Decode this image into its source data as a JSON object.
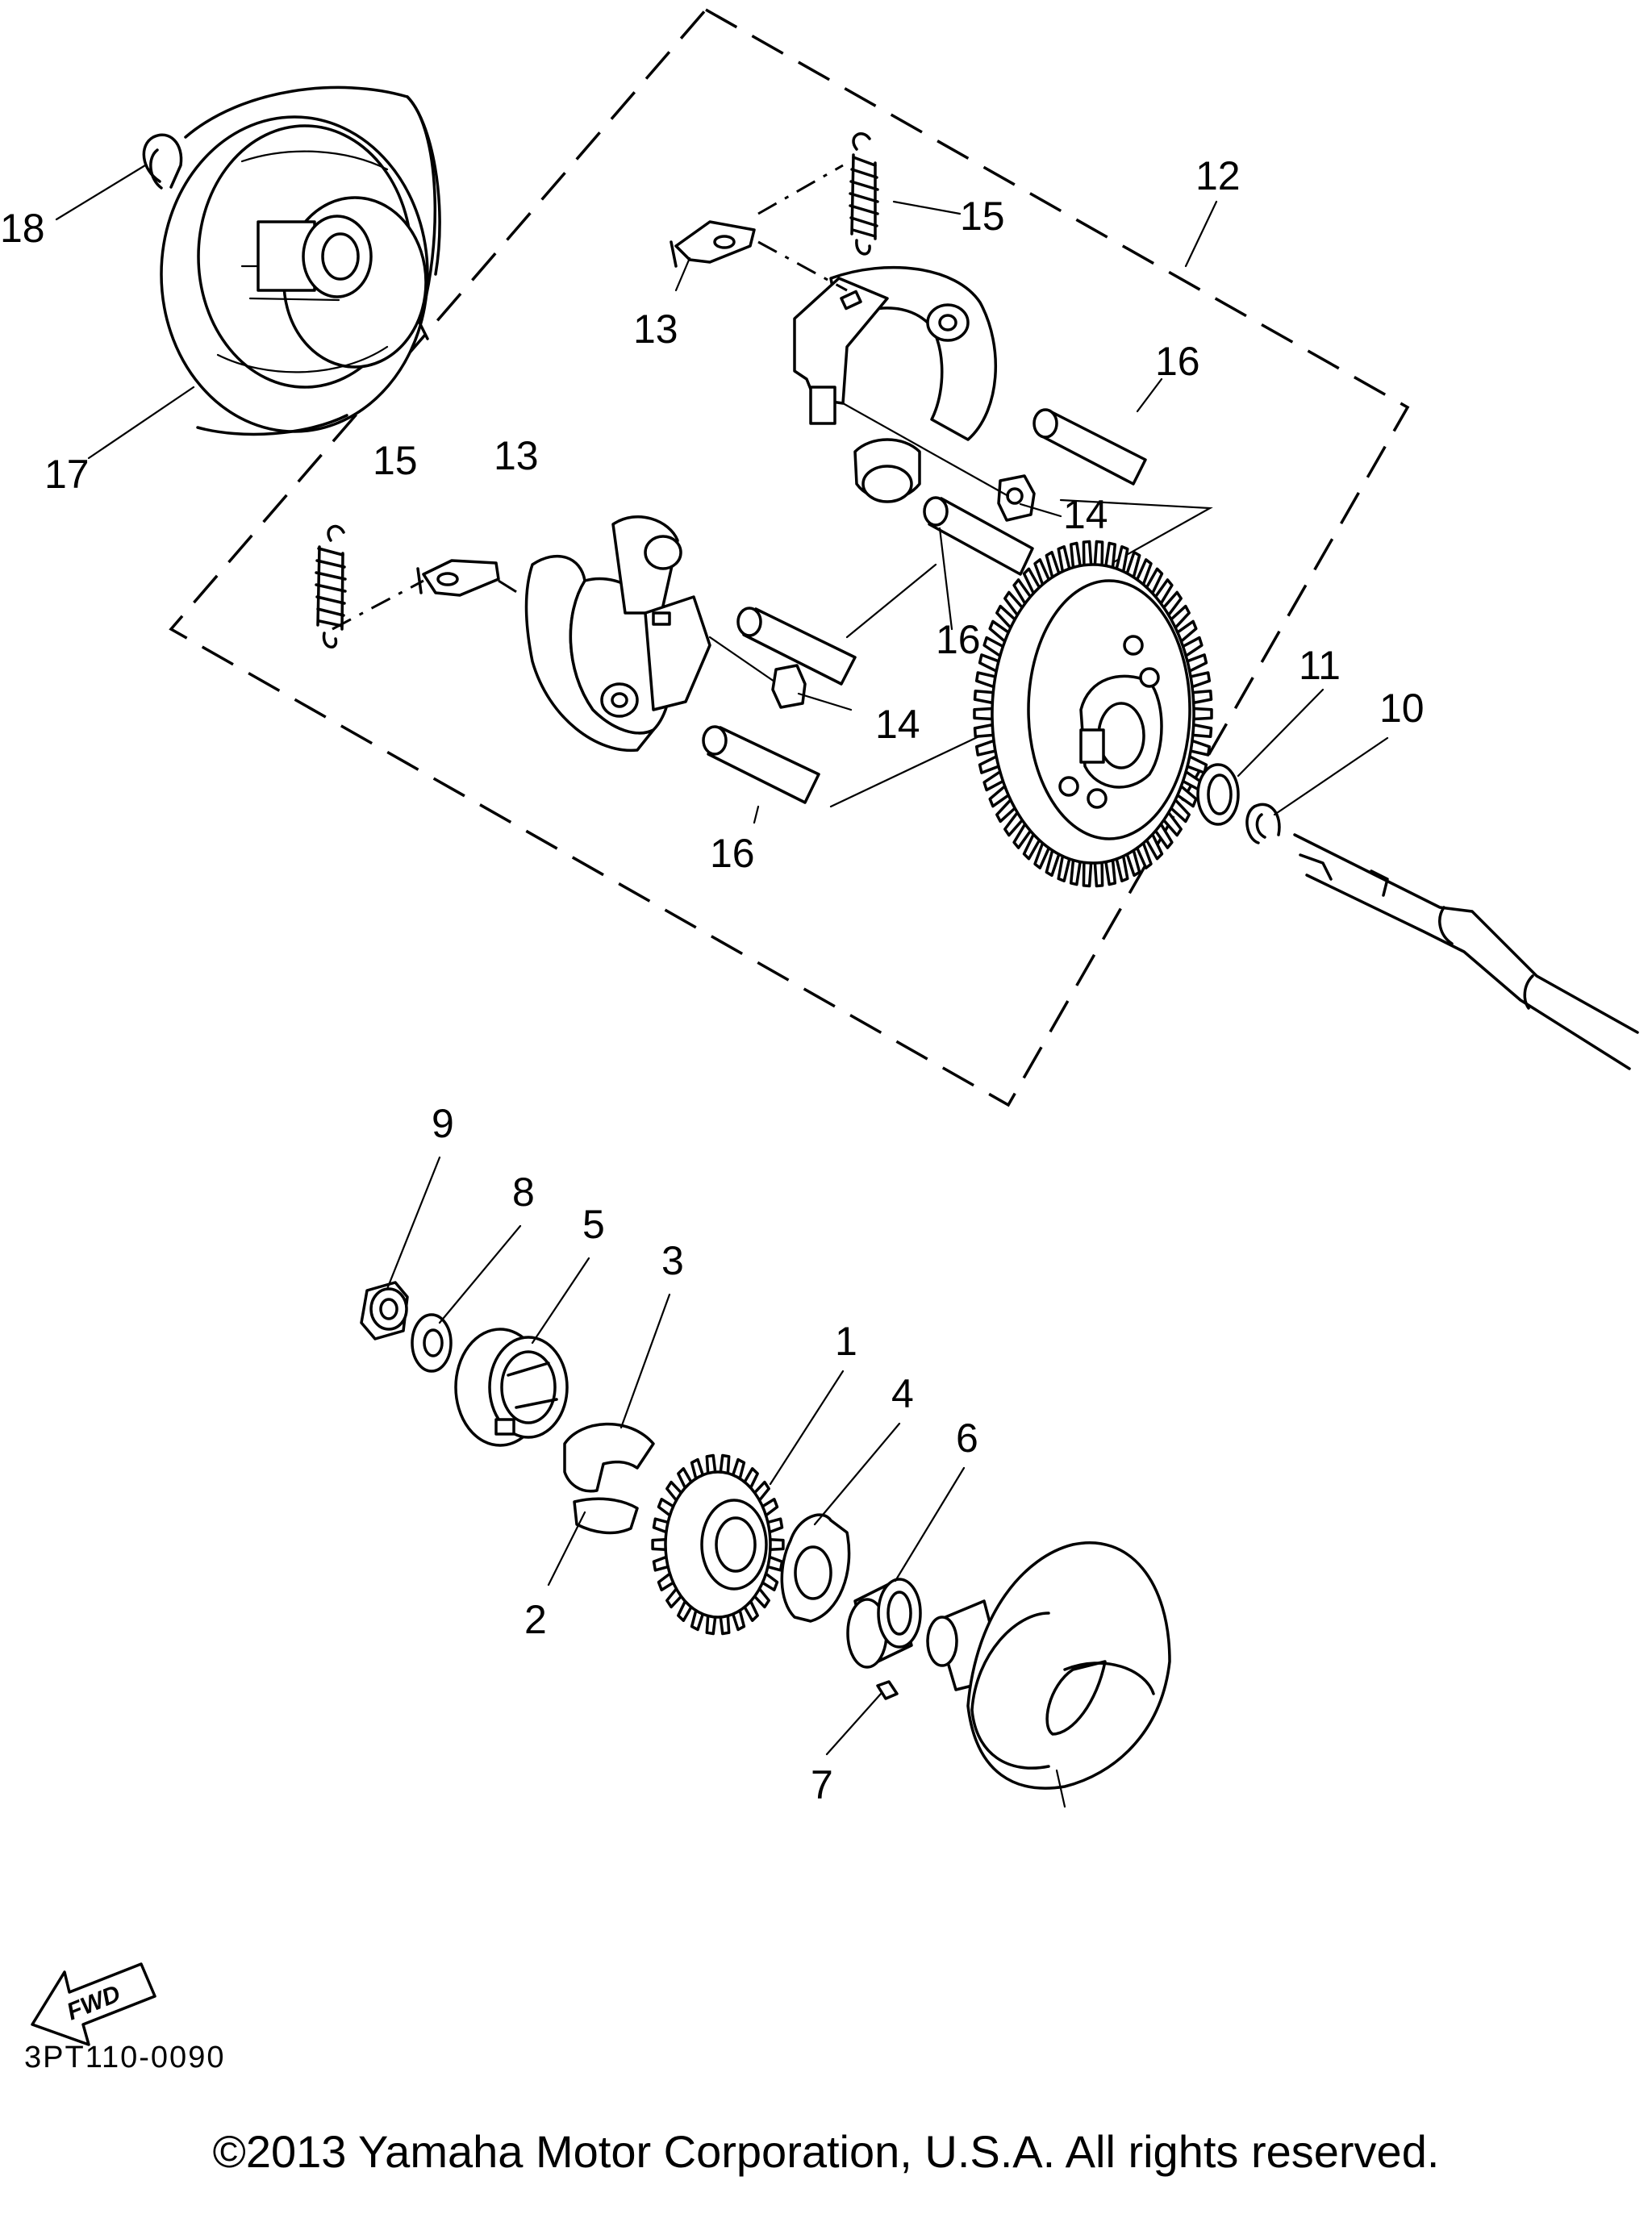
{
  "diagram": {
    "callouts": [
      {
        "id": "c18",
        "label": "18"
      },
      {
        "id": "c17",
        "label": "17"
      },
      {
        "id": "c15a",
        "label": "15"
      },
      {
        "id": "c15b",
        "label": "15"
      },
      {
        "id": "c13a",
        "label": "13"
      },
      {
        "id": "c13b",
        "label": "13"
      },
      {
        "id": "c12",
        "label": "12"
      },
      {
        "id": "c16a",
        "label": "16"
      },
      {
        "id": "c16b",
        "label": "16"
      },
      {
        "id": "c16c",
        "label": "16"
      },
      {
        "id": "c14a",
        "label": "14"
      },
      {
        "id": "c14b",
        "label": "14"
      },
      {
        "id": "c11",
        "label": "11"
      },
      {
        "id": "c10",
        "label": "10"
      },
      {
        "id": "c9",
        "label": "9"
      },
      {
        "id": "c8",
        "label": "8"
      },
      {
        "id": "c5",
        "label": "5"
      },
      {
        "id": "c3",
        "label": "3"
      },
      {
        "id": "c1",
        "label": "1"
      },
      {
        "id": "c4",
        "label": "4"
      },
      {
        "id": "c6",
        "label": "6"
      },
      {
        "id": "c2",
        "label": "2"
      },
      {
        "id": "c7",
        "label": "7"
      }
    ],
    "direction_label": "FWD",
    "drawing_code": "3PT110-0090"
  },
  "footer": {
    "copyright": "©2013 Yamaha Motor Corporation, U.S.A. All rights reserved."
  }
}
